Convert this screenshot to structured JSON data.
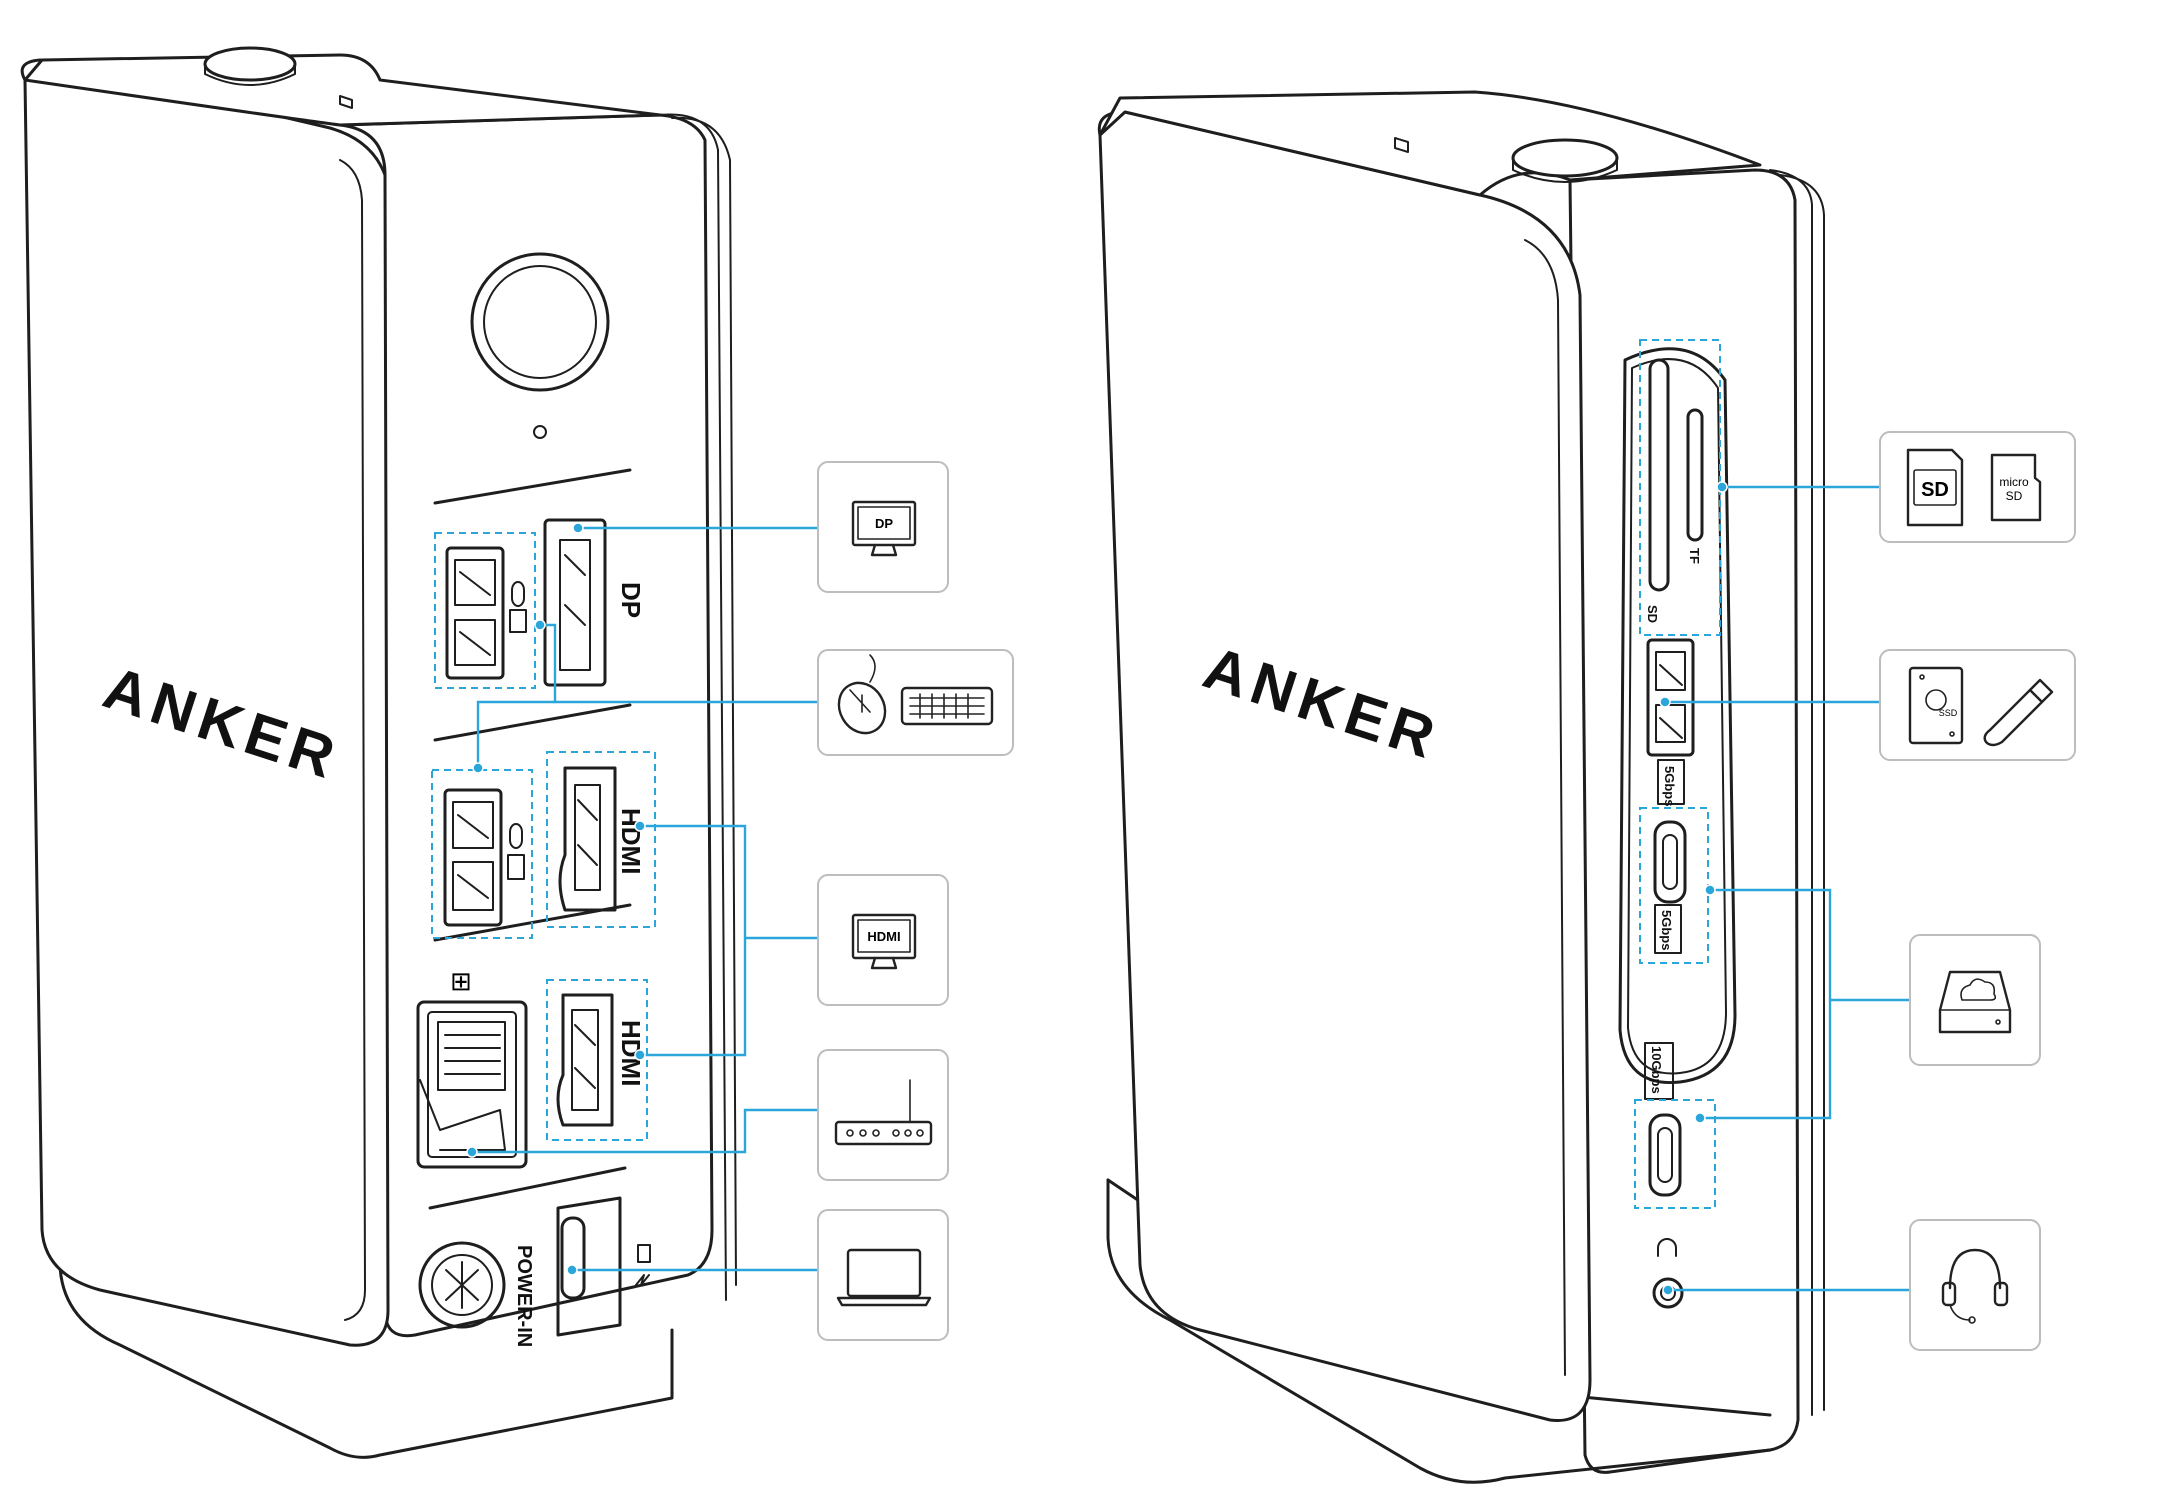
{
  "brand": "ANKER",
  "left_view": {
    "port_labels": {
      "dp": "DP",
      "hdmi_1": "HDMI",
      "hdmi_2": "HDMI",
      "power_in": "POWER-IN"
    }
  },
  "right_view": {
    "port_labels": {
      "sd_slot": "SD",
      "tf_slot": "TF",
      "usb_a_speed": "5Gbps",
      "usb_c_speed_1": "5Gbps",
      "usb_c_speed_2": "10Gbps"
    }
  },
  "callouts": {
    "dp_monitor": "DP",
    "hdmi_monitor": "HDMI",
    "sd_card": "SD",
    "microsd_card_line1": "micro",
    "microsd_card_line2": "SD",
    "ssd_label": "SSD"
  },
  "colors": {
    "accent": "#2aa6db",
    "outline": "#1e1e1e",
    "box_border": "#bdbdbd"
  },
  "icons": [
    "monitor-icon",
    "mouse-icon",
    "keyboard-icon",
    "router-icon",
    "laptop-icon",
    "sd-card-icon",
    "microsd-card-icon",
    "hard-drive-icon",
    "usb-flash-drive-icon",
    "cloud-drive-icon",
    "headset-icon"
  ]
}
